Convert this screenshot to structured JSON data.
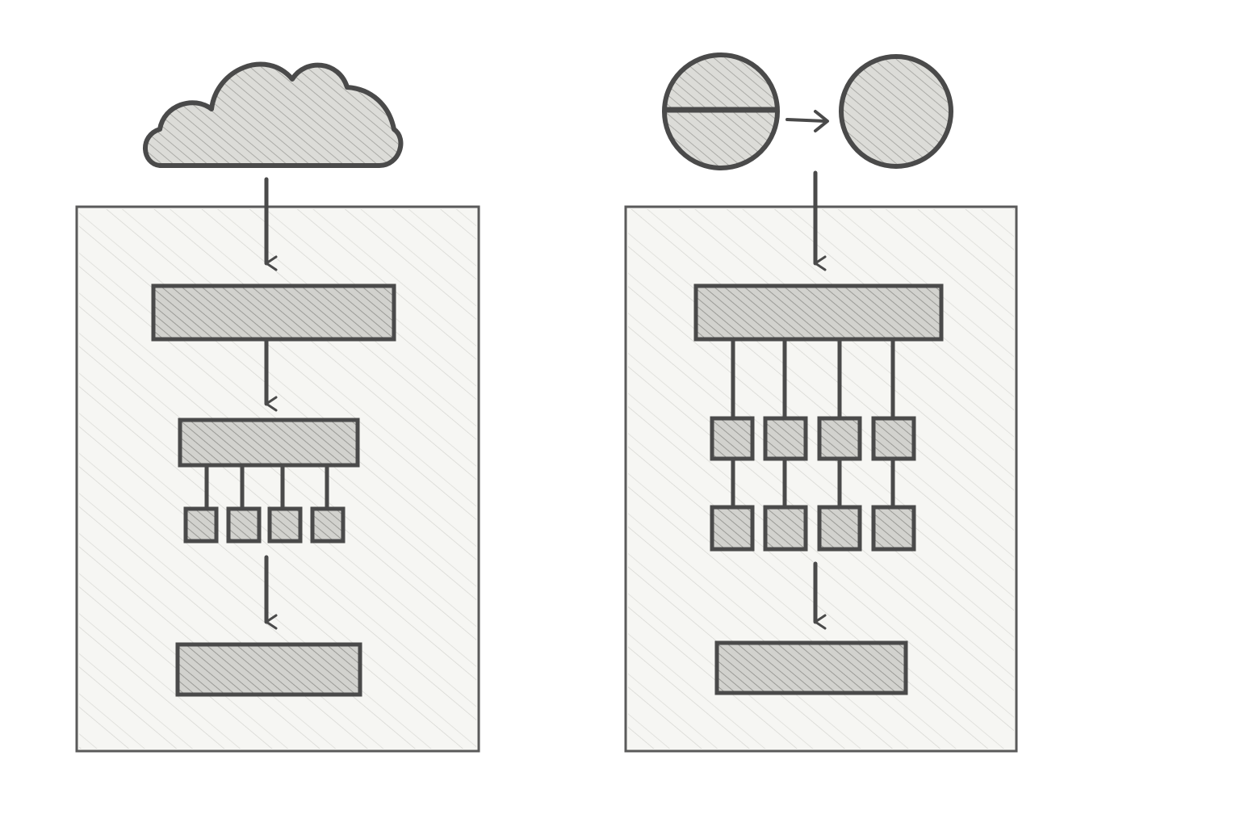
{
  "diagram": {
    "style": "pencil-sketch",
    "colors": {
      "background": "#ffffff",
      "panel": "#f6f6f3",
      "ink": "#4a4a4a",
      "shading": "#c9c9c6",
      "dense_shading": "#bdbdb9"
    },
    "panels": [
      {
        "source_icon": "cloud-icon",
        "stages": [
          "input-bar",
          "split-bar",
          "four-blocks",
          "output-bar"
        ],
        "block_rows": 1,
        "blocks_per_row": 4
      },
      {
        "source_icon": "split-circle-to-circle-icon",
        "stages": [
          "input-bar",
          "four-blocks",
          "four-blocks",
          "output-bar"
        ],
        "block_rows": 2,
        "blocks_per_row": 4
      }
    ]
  }
}
